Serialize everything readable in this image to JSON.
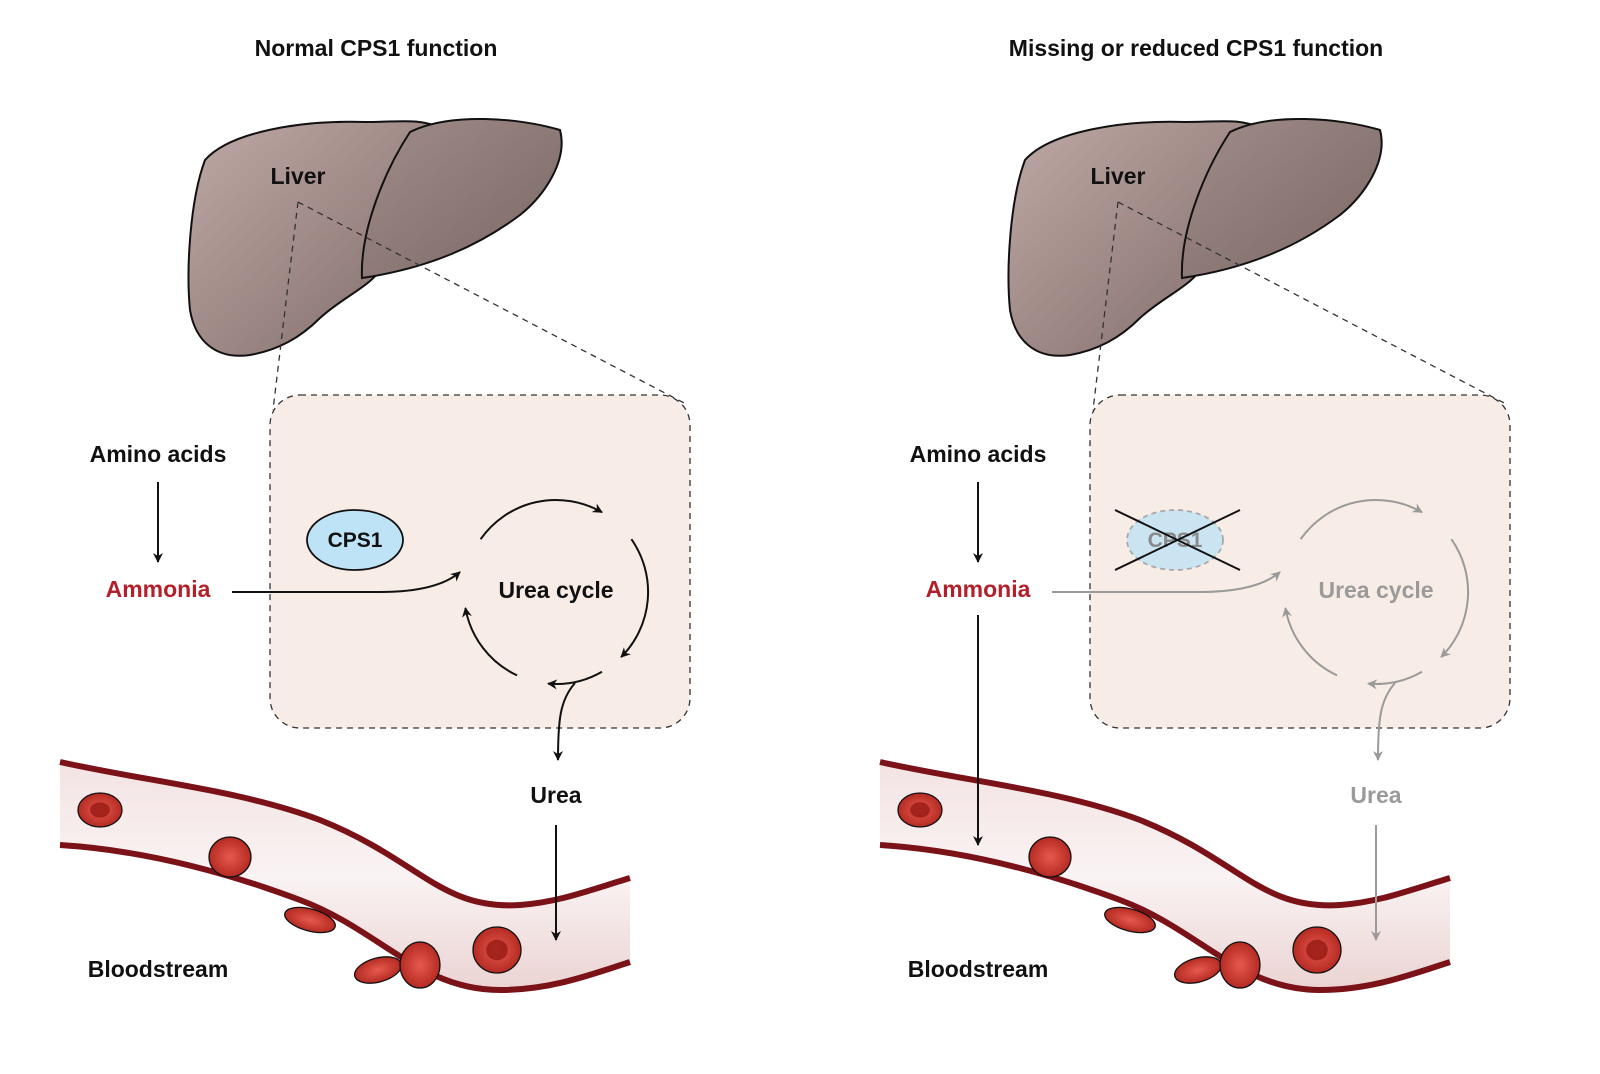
{
  "colors": {
    "ammonia": "#b3202a",
    "faded": "#9a9a9a",
    "cell_fill": "#f7ece6",
    "cps1_fill": "#bfe3f6",
    "vessel_wall": "#7a1218",
    "rbc": "#c8302a"
  },
  "panels": [
    {
      "title": "Normal CPS1 function",
      "liver": "Liver",
      "amino_acids": "Amino acids",
      "ammonia": "Ammonia",
      "enzyme": "CPS1",
      "cycle": "Urea cycle",
      "urea": "Urea",
      "bloodstream": "Bloodstream",
      "state": "active"
    },
    {
      "title": "Missing or reduced CPS1 function",
      "liver": "Liver",
      "amino_acids": "Amino acids",
      "ammonia": "Ammonia",
      "enzyme": "CPS1",
      "cycle": "Urea cycle",
      "urea": "Urea",
      "bloodstream": "Bloodstream",
      "state": "impaired"
    }
  ]
}
